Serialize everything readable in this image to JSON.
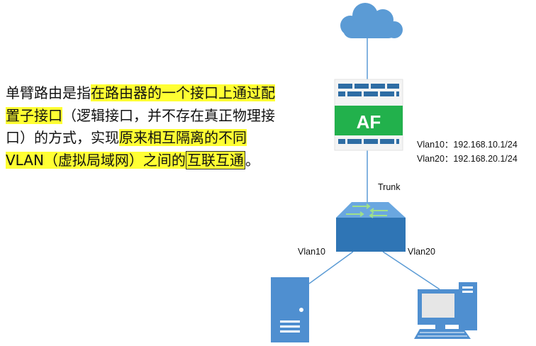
{
  "description": {
    "segments": [
      {
        "text": "单臂路由是指",
        "style": "plain"
      },
      {
        "text": "在路由器的一个接口上通过配置子接口",
        "style": "highlight"
      },
      {
        "text": "（逻辑接口，并不存在真正物理接口）的方式，实现",
        "style": "plain"
      },
      {
        "text": "原来相互隔离的不同VLAN（虚拟局域网）之间的",
        "style": "highlight"
      },
      {
        "text": "互联互通",
        "style": "highlight-box"
      },
      {
        "text": "。",
        "style": "plain"
      }
    ]
  },
  "diagram": {
    "firewall_label": "AF",
    "vlan10_ip": "Vlan10：192.168.10.1/24",
    "vlan20_ip": "Vlan20：192.168.20.1/24",
    "trunk_label": "Trunk",
    "left_link_label": "Vlan10",
    "right_link_label": "Vlan20"
  },
  "colors": {
    "cloud": "#5b9bd5",
    "firewall_green": "#22b14c",
    "firewall_brick": "#2e6da4",
    "switch": "#4f8fd0",
    "highlight": "#ffff33"
  }
}
